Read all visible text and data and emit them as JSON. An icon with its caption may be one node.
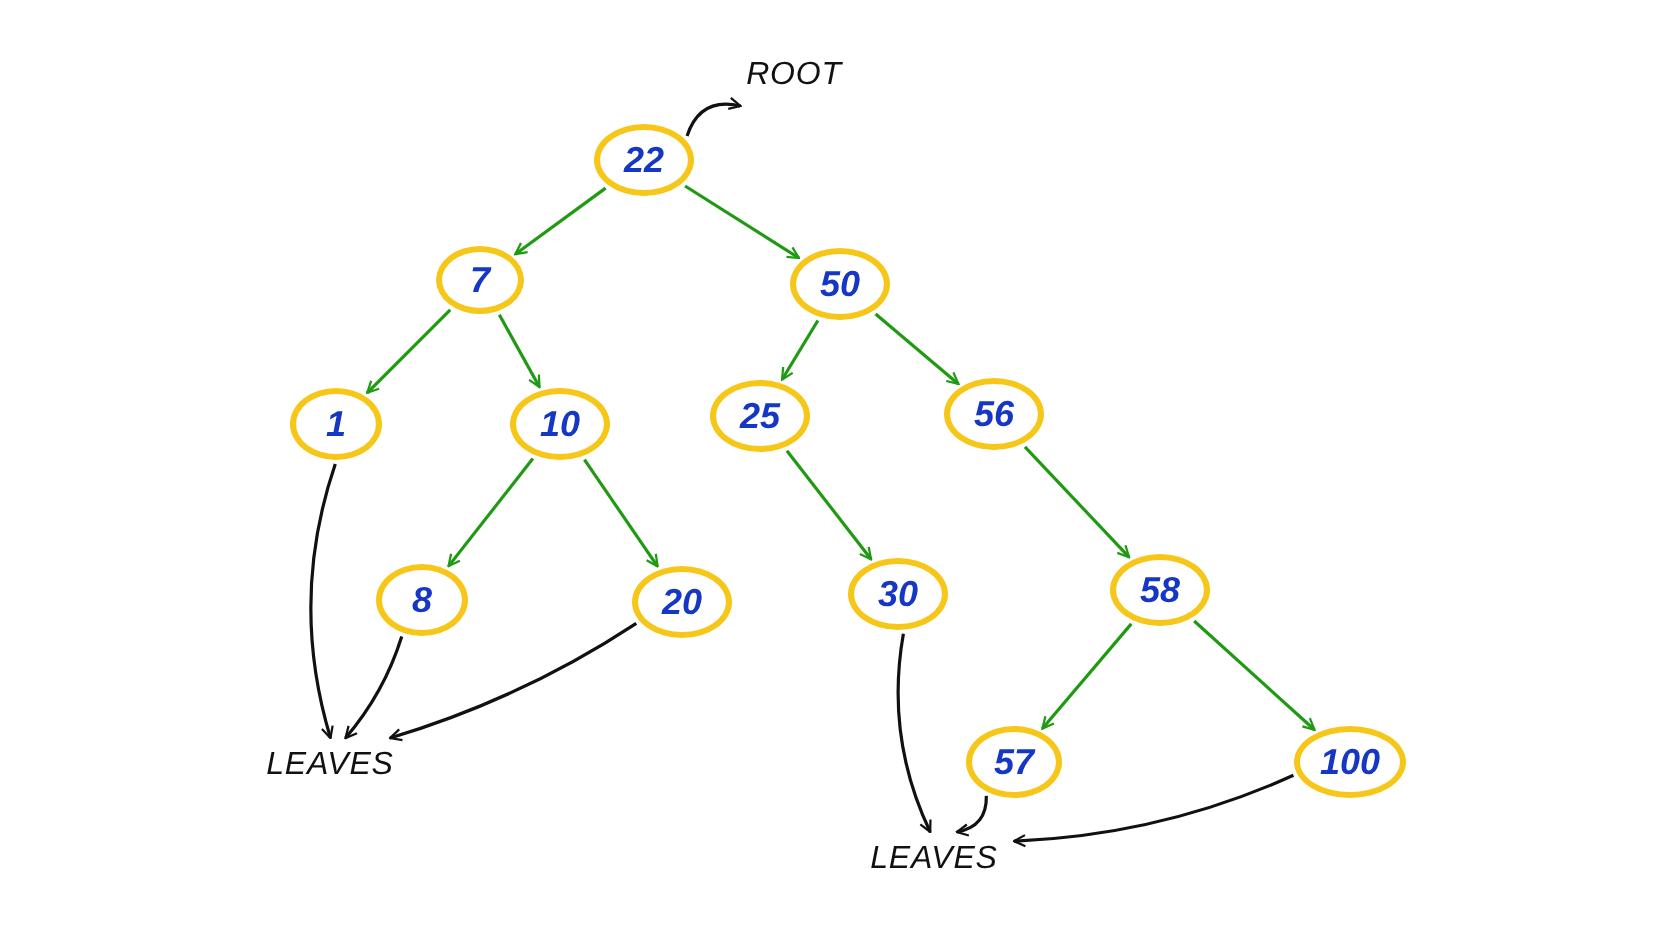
{
  "diagram": {
    "nodes": [
      {
        "text": [
          "22"
        ]
      },
      {
        "text": [
          "7"
        ]
      },
      {
        "text": [
          "50"
        ]
      },
      {
        "text": [
          "1"
        ]
      },
      {
        "text": [
          "10"
        ]
      },
      {
        "text": [
          "25"
        ]
      },
      {
        "text": [
          "56"
        ]
      },
      {
        "text": [
          "8"
        ]
      },
      {
        "text": [
          "20"
        ]
      },
      {
        "text": [
          "30"
        ]
      },
      {
        "text": [
          "58"
        ]
      },
      {
        "text": [
          "57"
        ]
      },
      {
        "text": [
          "100"
        ]
      },
      {
        "text": [
          "ROOT"
        ]
      },
      {
        "text": [
          "LEAVES"
        ]
      },
      {
        "text": [
          "LEAVES"
        ]
      }
    ],
    "edges": [
      {
        "from": 0,
        "to": 1,
        "arrow": "to"
      },
      {
        "from": 0,
        "to": 2,
        "arrow": "to"
      },
      {
        "from": 1,
        "to": 3,
        "arrow": "to"
      },
      {
        "from": 1,
        "to": 4,
        "arrow": "to"
      },
      {
        "from": 2,
        "to": 5,
        "arrow": "to"
      },
      {
        "from": 2,
        "to": 6,
        "arrow": "to"
      },
      {
        "from": 4,
        "to": 7,
        "arrow": "to"
      },
      {
        "from": 4,
        "to": 8,
        "arrow": "to"
      },
      {
        "from": 5,
        "to": 9,
        "arrow": "to"
      },
      {
        "from": 6,
        "to": 10,
        "arrow": "to"
      },
      {
        "from": 10,
        "to": 11,
        "arrow": "to"
      },
      {
        "from": 10,
        "to": 12,
        "arrow": "to"
      },
      {
        "from": 0,
        "to": 13,
        "arrow": "to",
        "color": "#111111"
      },
      {
        "from": 3,
        "to": 14,
        "arrow": "to",
        "color": "#111111"
      },
      {
        "from": 7,
        "to": 14,
        "arrow": "to",
        "color": "#111111"
      },
      {
        "from": 8,
        "to": 14,
        "arrow": "to",
        "color": "#111111"
      },
      {
        "from": 9,
        "to": 15,
        "arrow": "to",
        "color": "#111111"
      },
      {
        "from": 11,
        "to": 15,
        "arrow": "to",
        "color": "#111111"
      },
      {
        "from": 12,
        "to": 15,
        "arrow": "to",
        "color": "#111111"
      }
    ]
  }
}
